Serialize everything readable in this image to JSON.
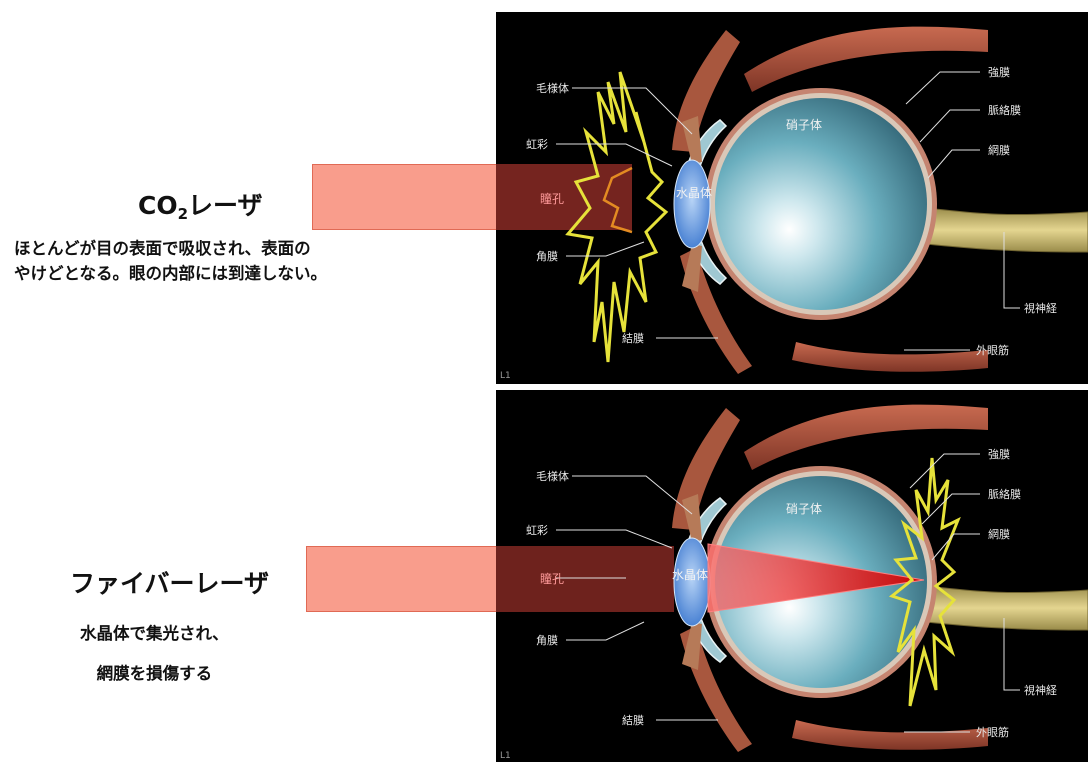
{
  "panels": [
    {
      "laser_name_main": "CO",
      "laser_name_sub": "2",
      "laser_name_suffix": "レーザ",
      "description_lines": [
        "ほとんどが目の表面で吸収され、表面の",
        "やけどとなる。眼の内部には到達しない。"
      ],
      "absorption_site": "cornea"
    },
    {
      "laser_name_main": "ファイバーレーザ",
      "laser_name_sub": "",
      "laser_name_suffix": "",
      "description_lines": [
        "水晶体で集光され、",
        "網膜を損傷する"
      ],
      "absorption_site": "retina"
    }
  ],
  "labels": {
    "ciliary_body": "毛様体",
    "iris": "虹彩",
    "pupil": "瞳孔",
    "cornea": "角膜",
    "conjunctiva": "結膜",
    "lens": "水晶体",
    "vitreous": "硝子体",
    "sclera": "強膜",
    "choroid": "脈絡膜",
    "retina": "網膜",
    "optic_nerve": "視神経",
    "extraocular_muscle": "外眼筋",
    "corner_tag": "L1"
  },
  "colors": {
    "beam": "#f88c78",
    "burst": "#e6e23a",
    "eyeball": "#5aa0b4",
    "lens": "#4a86d8",
    "muscle": "#b0563e",
    "nerve": "#d8c87a",
    "focus_beam": "#e01010"
  }
}
